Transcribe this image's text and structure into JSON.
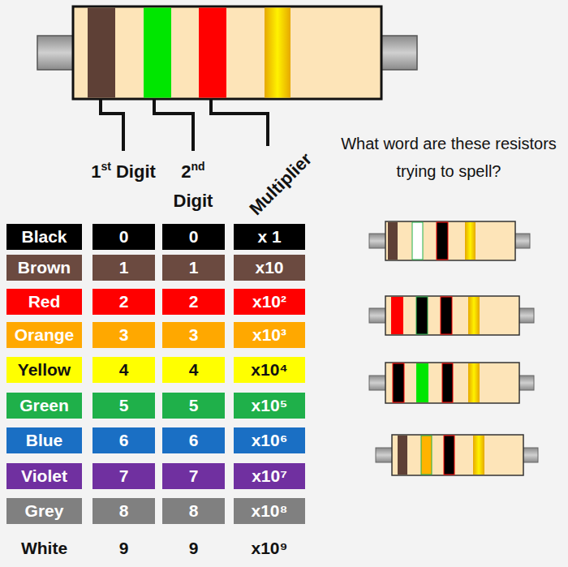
{
  "diagram": {
    "title": "What word are these resistors trying to spell?",
    "labels": [
      "1st Digit",
      "2nd Digit",
      "Multiplier",
      "Black",
      "0",
      "0",
      "x 1",
      "Brown",
      "1",
      "1",
      "x10",
      "Red",
      "2",
      "2",
      "x10²",
      "Orange",
      "3",
      "3",
      "x10³",
      "Yellow",
      "4",
      "4",
      "x10⁴",
      "Green",
      "5",
      "5",
      "x10⁵",
      "Blue",
      "6",
      "6",
      "x10⁶",
      "Violet",
      "7",
      "7",
      "x10⁷",
      "Grey",
      "8",
      "8",
      "x10⁸",
      "White",
      "9",
      "9",
      "x10⁹"
    ]
  }
}
